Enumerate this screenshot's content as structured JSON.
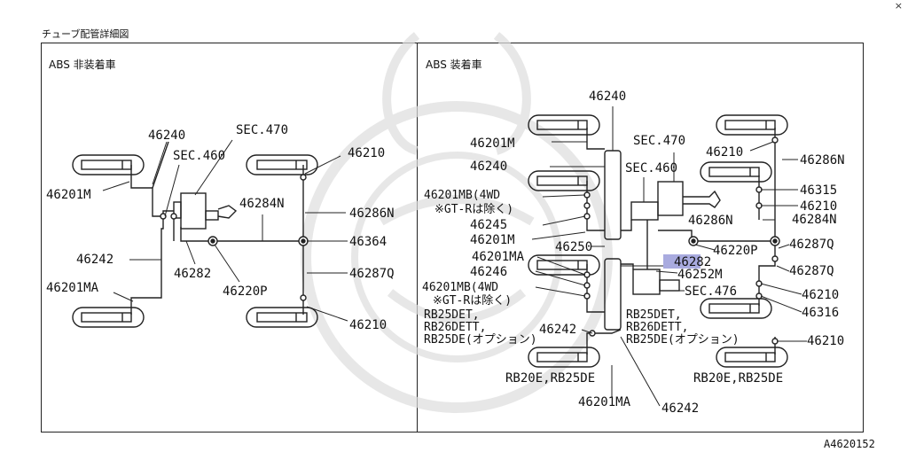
{
  "figure_title": "チューブ配管詳細図",
  "figure_id": "A4620152",
  "close_glyph": "×",
  "colors": {
    "highlight": "#9a9cd9",
    "line": "#222222",
    "watermark": "#d8d8d8"
  },
  "left_panel": {
    "heading": "ABS 非装着車",
    "labels": {
      "p46240": "46240",
      "sec470": "SEC.470",
      "sec460": "SEC.460",
      "p46210_top": "46210",
      "p46201m": "46201M",
      "p46284n": "46284N",
      "p46286n": "46286N",
      "p46364": "46364",
      "p46242": "46242",
      "p46287q": "46287Q",
      "p46282": "46282",
      "p46201ma": "46201MA",
      "p46220p": "46220P",
      "p46210_bottom": "46210"
    }
  },
  "right_panel": {
    "heading": "ABS 装着車",
    "labels": {
      "p46240_top": "46240",
      "p46201m_a": "46201M",
      "sec470": "SEC.470",
      "p46210_a": "46210",
      "p46286n_a": "46286N",
      "p46240_b": "46240",
      "sec460": "SEC.460",
      "p46315": "46315",
      "p46201mb_a": "46201MB(4WD",
      "gtr_note_a": "※GT-Rは除く)",
      "p46210_b": "46210",
      "p46245": "46245",
      "p46286n_b": "46286N",
      "p46284n": "46284N",
      "p46201m_b": "46201M",
      "p46250": "46250",
      "p46220p": "46220P",
      "p46287q_a": "46287Q",
      "p46201ma_a": "46201MA",
      "p46282": "46282",
      "p46287q_b": "46287Q",
      "p46246": "46246",
      "p46252m": "46252M",
      "p46210_c": "46210",
      "p46201mb_b": "46201MB(4WD",
      "sec476": "SEC.476",
      "gtr_note_b": "※GT-Rは除く)",
      "p46316": "46316",
      "rb25det_l": "RB25DET,",
      "rb26dett_l": "RB26DETT,",
      "rb25de_opt_l": "RB25DE(オプション)",
      "p46242_a": "46242",
      "rb25det_r": "RB25DET,",
      "rb26dett_r": "RB26DETT,",
      "rb25de_opt_r": "RB25DE(オプション)",
      "p46210_d": "46210",
      "rb20e_l": "RB20E,RB25DE",
      "rb20e_r": "RB20E,RB25DE",
      "p46201ma_b": "46201MA",
      "p46242_b": "46242"
    }
  }
}
